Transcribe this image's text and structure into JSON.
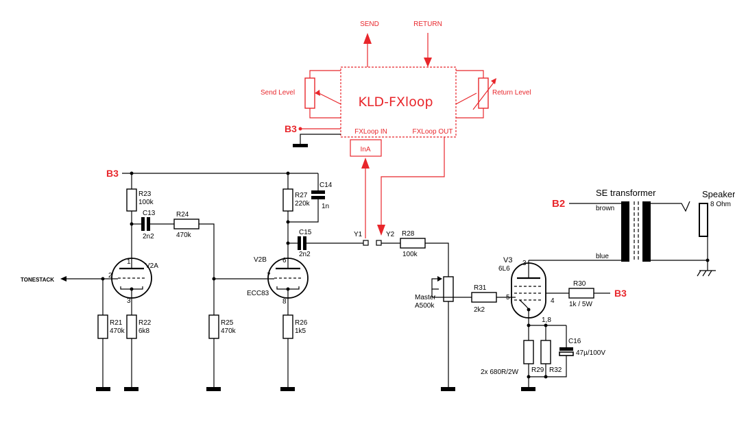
{
  "module": {
    "name": "KLD-FXloop",
    "send": "SEND",
    "return": "RETURN",
    "send_level": "Send Level",
    "return_level": "Return Level",
    "fxloop_in": "FXLoop IN",
    "fxloop_out": "FXLoop OUT",
    "ina": "InA"
  },
  "rails": {
    "b3": "B3",
    "b2": "B2"
  },
  "labels": {
    "tonestack": "TONESTACK",
    "y1": "Y1",
    "y2": "Y2",
    "master": "Master",
    "master_value": "A500k",
    "se_transformer": "SE transformer",
    "brown": "brown",
    "blue": "blue",
    "speaker": "Speaker",
    "speaker_value": "8 Ohm",
    "r29_note": "2x 680R/2W"
  },
  "components": {
    "r23": {
      "ref": "R23",
      "value": "100k"
    },
    "c13": {
      "ref": "C13",
      "value": "2n2"
    },
    "r24": {
      "ref": "R24",
      "value": "470k"
    },
    "r21": {
      "ref": "R21",
      "value": "470k"
    },
    "r22": {
      "ref": "R22",
      "value": "6k8"
    },
    "r25": {
      "ref": "R25",
      "value": "470k"
    },
    "r27": {
      "ref": "R27",
      "value": "220k"
    },
    "c14": {
      "ref": "C14",
      "value": "1n"
    },
    "c15": {
      "ref": "C15",
      "value": "2n2"
    },
    "r26": {
      "ref": "R26",
      "value": "1k5"
    },
    "r28": {
      "ref": "R28",
      "value": "100k"
    },
    "r31": {
      "ref": "R31",
      "value": "2k2"
    },
    "r30": {
      "ref": "R30",
      "value": "1k / 5W"
    },
    "c16": {
      "ref": "C16",
      "value": "47µ/100V"
    },
    "r29": {
      "ref": "R29"
    },
    "r32": {
      "ref": "R32"
    },
    "v2a": {
      "ref": "V2A",
      "pin_anode": "1",
      "pin_grid": "2",
      "pin_cathode": "3"
    },
    "v2b": {
      "ref": "V2B",
      "type": "ECC83",
      "pin_anode": "6",
      "pin_grid": "7",
      "pin_cathode": "8"
    },
    "v3": {
      "ref": "V3",
      "type": "6L6",
      "pin_anode": "3",
      "pin_grid": "5",
      "pin_screen": "4",
      "pin_cathode": "1,8"
    }
  }
}
